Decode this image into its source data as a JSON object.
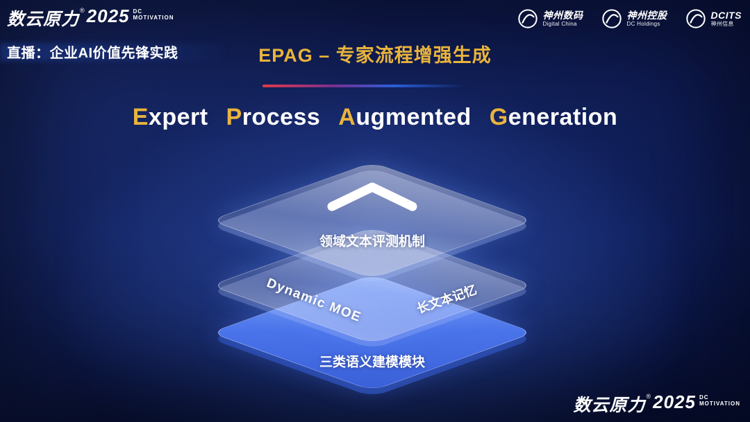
{
  "colors": {
    "background_navy": "#0a1340",
    "glow_blue": "#3e68d6",
    "gold": "#e9b43c",
    "divider_red": "#e03a46",
    "divider_blue": "#2b5fd9",
    "layer_blue": "#4a74ea",
    "glass_white": "rgba(255,255,255,0.35)"
  },
  "header": {
    "brand": {
      "name": "数云原力",
      "reg": "®",
      "year": "2025",
      "tag_line1": "DC",
      "tag_line2": "MOTIVATION"
    },
    "live_label": "直播：企业AI价值先锋实践",
    "slide_title": "EPAG – 专家流程增强生成",
    "partner_logos": [
      {
        "line1": "神州数码",
        "line2": "Digital China"
      },
      {
        "line1": "神州控股",
        "line2": "DC Holdings"
      },
      {
        "line1": "DCITS",
        "line2": "神州信息"
      }
    ]
  },
  "main": {
    "title": {
      "words": [
        {
          "initial": "E",
          "rest": "xpert"
        },
        {
          "initial": "P",
          "rest": "rocess"
        },
        {
          "initial": "A",
          "rest": "ugmented"
        },
        {
          "initial": "G",
          "rest": "eneration"
        }
      ]
    },
    "diagram": {
      "top_layer_label": "领域文本评测机制",
      "middle_layer_left_label": "Dynamic MOE",
      "middle_layer_right_label": "长文本记忆",
      "bottom_layer_label": "三类语义建模模块"
    }
  },
  "footer": {
    "brand": {
      "name": "数云原力",
      "reg": "®",
      "year": "2025",
      "tag_line1": "DC",
      "tag_line2": "MOTIVATION"
    }
  }
}
